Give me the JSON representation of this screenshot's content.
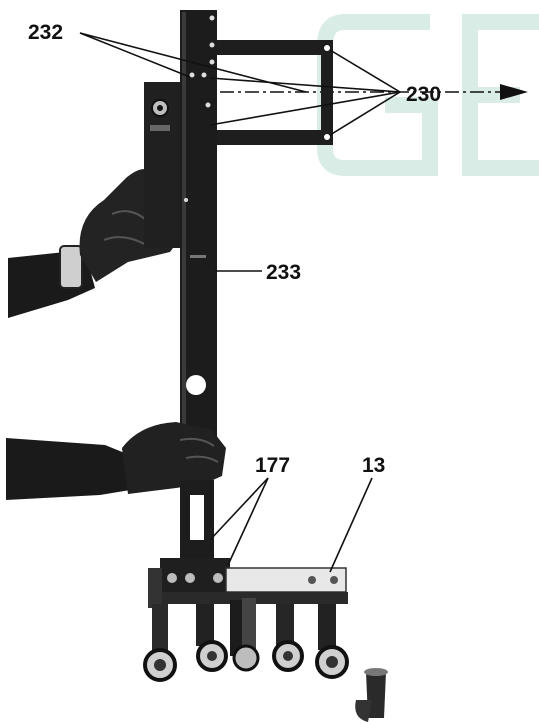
{
  "callouts": {
    "c232": "232",
    "c230": "230",
    "c233": "233",
    "c177": "177",
    "c13": "13"
  },
  "colors": {
    "ink": "#111111",
    "paper": "#ffffff",
    "watermark": "#d9ece6",
    "metal": "#2a2a2a",
    "metal_light": "#bdbdbd"
  }
}
